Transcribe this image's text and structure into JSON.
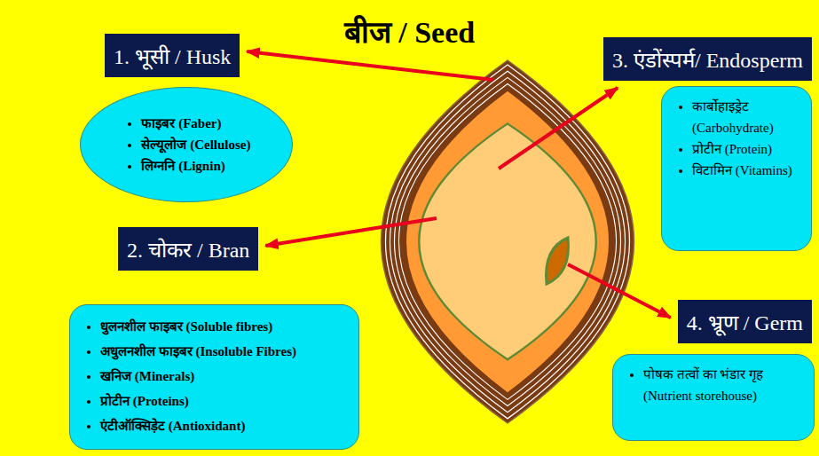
{
  "diagram": {
    "title": "बीज / Seed",
    "nodes": [
      {
        "text": [
          "1. भूसी / Husk"
        ]
      },
      {
        "text": [
          "फाइबर (Faber)",
          "सेल्यूलोज (Cellulose)",
          "लिग्ननि (Lignin)"
        ]
      },
      {
        "text": [
          "3. एंडोंस्पर्म/ Endosperm"
        ]
      },
      {
        "text": [
          "कार्बोहाइड्रेट (Carbohydrate)",
          "प्रोटीन (Protein)",
          "विटामिन (Vitamins)"
        ]
      },
      {
        "text": [
          "2. चोकर / Bran"
        ]
      },
      {
        "text": [
          "धुलनशील फाइबर (Soluble fibres)",
          "अधुलनशील फाइबर (Insoluble Fibres)",
          "खनिज (Minerals)",
          "प्रोटीन (Proteins)",
          "एंटीऑक्सिड़ेट (Antioxidant)"
        ]
      },
      {
        "text": [
          "4. भ्रूण / Germ"
        ]
      },
      {
        "text": [
          "पोषक तत्वों का भंडार गृह (Nutrient storehouse)"
        ]
      }
    ]
  }
}
